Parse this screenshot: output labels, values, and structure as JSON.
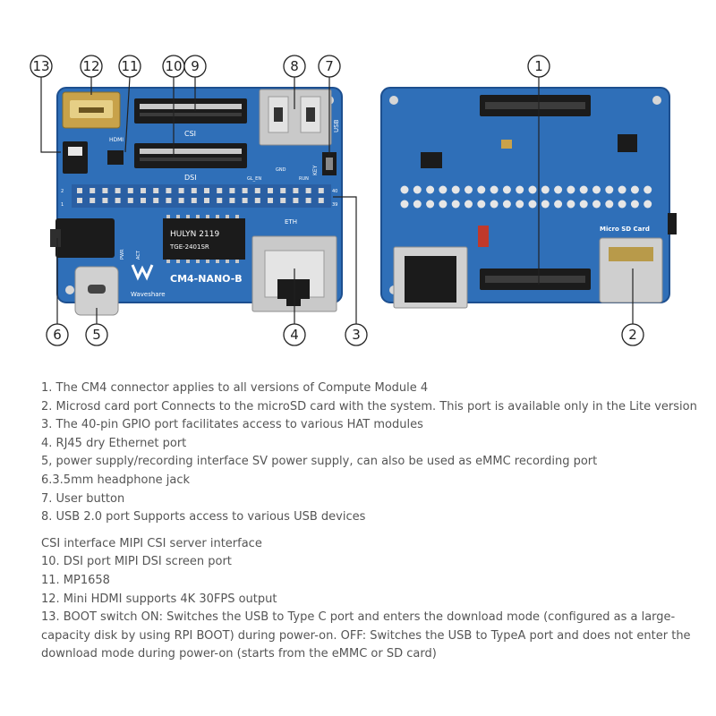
{
  "callouts": {
    "c1": "1",
    "c2": "2",
    "c3": "3",
    "c4": "4",
    "c5": "5",
    "c6": "6",
    "c7": "7",
    "c8": "8",
    "c9": "9",
    "c10": "10",
    "c11": "11",
    "c12": "12",
    "c13": "13"
  },
  "board_labels": {
    "model": "CM4-NANO-B",
    "brand": "Waveshare",
    "csi": "CSI",
    "dsi": "DSI",
    "hdmi": "HDMI",
    "eth": "ETH",
    "usb": "USB",
    "key": "KEY",
    "gnd": "GND",
    "gl_en": "GL_EN",
    "run": "RUN",
    "transformer_line1": "HULYN  2119",
    "transformer_line2": "TGE-2401SR",
    "pwr": "PWR",
    "act": "ACT",
    "pin2": "2",
    "pin40": "40",
    "pin1": "1",
    "pin39": "39",
    "micro_sd": "Micro SD Card"
  },
  "descriptions": [
    "1. The CM4 connector applies to all versions of Compute Module 4",
    "2. Microsd card port Connects to the microSD card with the system. This port is available only in the Lite version",
    "3. The 40-pin GPIO port facilitates access to various HAT modules",
    "4. RJ45 dry Ethernet port",
    "5, power supply/recording interface SV power supply, can also be used as eMMC recording port",
    "6.3.5mm headphone jack",
    "7. User button",
    "8. USB 2.0 port Supports access to various USB devices",
    "CSI interface MIPI CSI server interface",
    "10. DSI port MIPI DSI screen port",
    "11. MP1658",
    "12. Mini HDMI supports 4K 30FPS output",
    "13. BOOT switch ON: Switches the USB to Type C port and enters the download mode (configured as a large-capacity disk by using RPI BOOT) during power-on. OFF: Switches the USB to TypeA port and does not enter the download mode during power-on (starts from the eMMC or SD card)"
  ],
  "colors": {
    "pcb": "#2f6fb8",
    "pcb_edge": "#1d4f8f",
    "connector": "#1b1b1b",
    "gold": "#c8a24a",
    "metal": "#c9c9c9",
    "text": "#555555"
  }
}
